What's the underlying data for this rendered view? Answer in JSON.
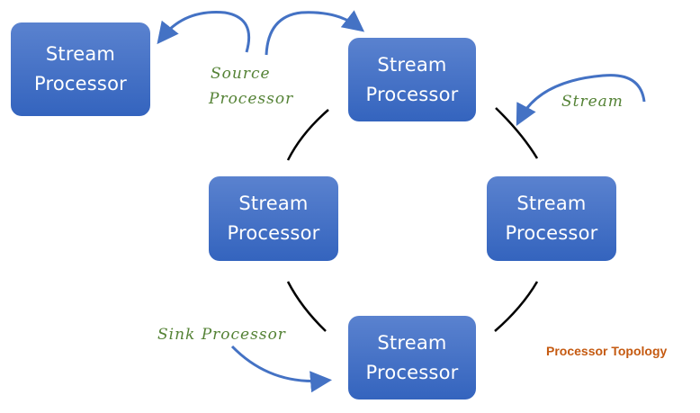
{
  "diagram": {
    "title": "Processor Topology",
    "nodes": [
      {
        "id": "external-processor",
        "line1": "Stream",
        "line2": "Processor"
      },
      {
        "id": "top-processor",
        "line1": "Stream",
        "line2": "Processor"
      },
      {
        "id": "left-processor",
        "line1": "Stream",
        "line2": "Processor"
      },
      {
        "id": "right-processor",
        "line1": "Stream",
        "line2": "Processor"
      },
      {
        "id": "bottom-processor",
        "line1": "Stream",
        "line2": "Processor"
      }
    ],
    "annotations": {
      "source_line1": "Source",
      "source_line2": "Processor",
      "stream": "Stream",
      "sink": "Sink Processor"
    },
    "colors": {
      "node_fill": "#4472c4",
      "arrow": "#4472c4",
      "annotation": "#548235",
      "title": "#c55a11",
      "connector": "#000000"
    }
  }
}
